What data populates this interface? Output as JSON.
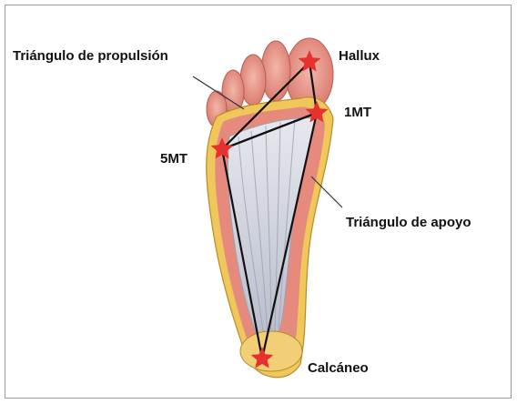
{
  "labels": {
    "propulsion_triangle": "Triángulo de propulsión",
    "hallux": "Hallux",
    "first_metatarsal": "1MT",
    "fifth_metatarsal": "5MT",
    "support_triangle": "Triángulo de apoyo",
    "calcaneus": "Calcáneo"
  },
  "colors": {
    "marker": "#e8312f",
    "triangle_line": "#111111",
    "skin": "#e89a8e",
    "fat_pad": "#f0c75a",
    "fascia": "#c9ccd6"
  },
  "icons": {
    "marker": "star-icon"
  }
}
